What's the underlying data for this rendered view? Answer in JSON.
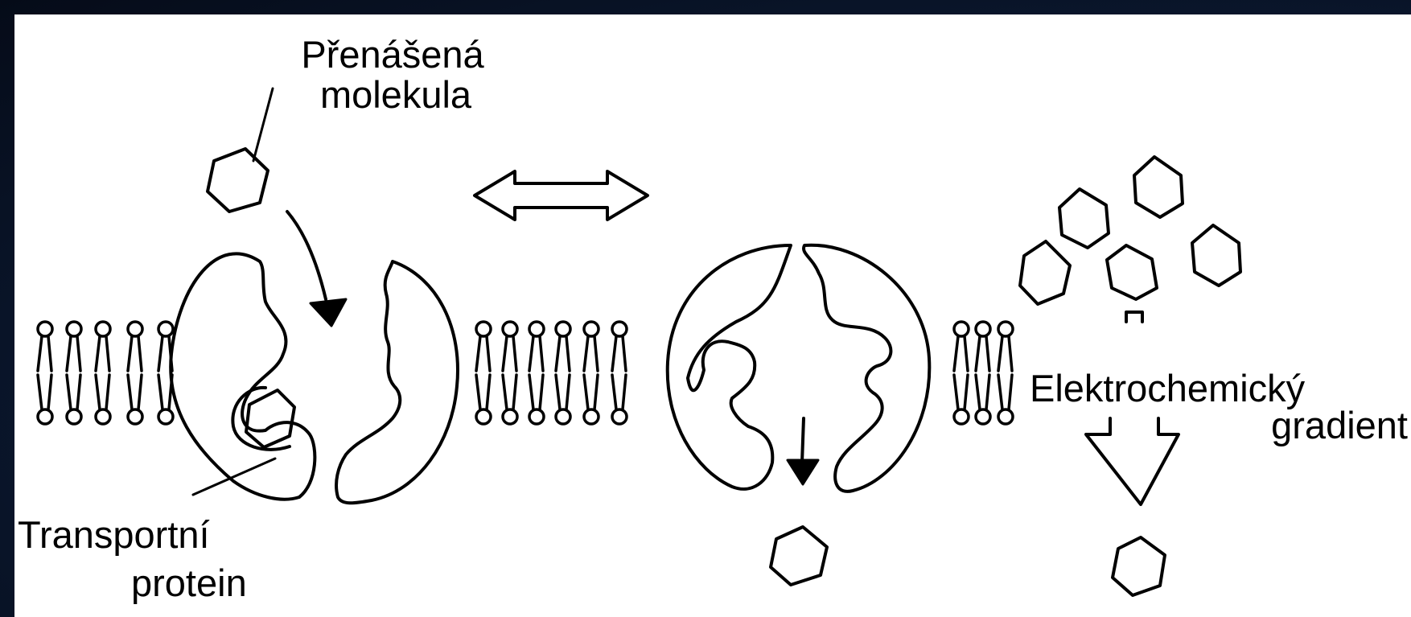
{
  "labels": {
    "transported_molecule_line1": "Přenášená",
    "transported_molecule_line2": "molekula",
    "transport_protein_line1": "Transportní",
    "transport_protein_line2": "protein",
    "gradient_line1": "Elektrochemický",
    "gradient_line2": "gradient"
  },
  "icons": {
    "molecule": "hexagon",
    "exchange": "double-headed-arrow",
    "gradient_direction": "down-arrow"
  },
  "colors": {
    "ink": "#000000",
    "background": "#ffffff",
    "frame": "#0b1a33"
  }
}
